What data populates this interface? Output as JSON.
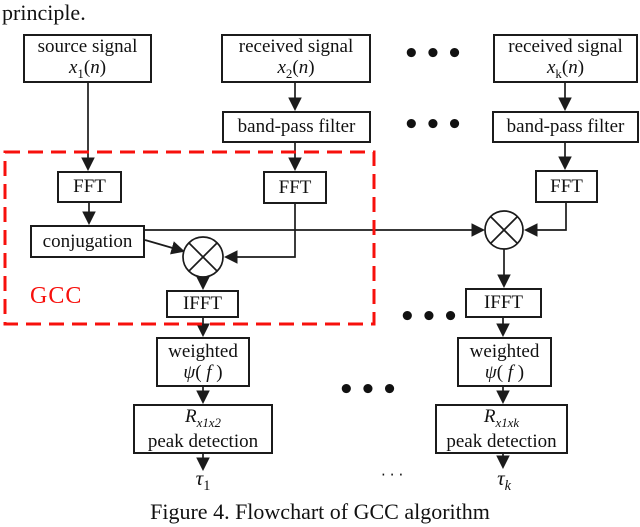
{
  "page": {
    "leading_text": "principle.",
    "caption": "Figure 4. Flowchart of GCC algorithm"
  },
  "flowchart": {
    "gcc_label": "GCC",
    "colors": {
      "box_border": "#1b1b1b",
      "connector_line": "#1b1b1b",
      "gcc_dashed_red": "#f7100c",
      "text": "#111111",
      "background": "#ffffff"
    },
    "icons": {
      "multiplier": "⊗"
    },
    "nodes": {
      "source_signal": {
        "title": "source signal",
        "var": "x",
        "sub": "1",
        "open": "(",
        "argvar": "n",
        "close": ")"
      },
      "received_signal_2": {
        "title": "received signal",
        "var": "x",
        "sub": "2",
        "open": "(",
        "argvar": "n",
        "close": ")"
      },
      "received_signal_k": {
        "title": "received signal",
        "var": "x",
        "sub": "k",
        "open": "(",
        "argvar": "n",
        "close": ")"
      },
      "bandpass_2": {
        "label": "band-pass filter"
      },
      "bandpass_k": {
        "label": "band-pass filter"
      },
      "fft_1": {
        "label": "FFT"
      },
      "fft_2": {
        "label": "FFT"
      },
      "fft_3": {
        "label": "FFT"
      },
      "conjugation": {
        "label": "conjugation"
      },
      "ifft_1": {
        "label": "IFFT"
      },
      "ifft_2": {
        "label": "IFFT"
      },
      "weighted_1": {
        "line1": "weighted",
        "psi": "ψ",
        "open": "( ",
        "fvar": "f",
        "close": " )"
      },
      "weighted_2": {
        "line1": "weighted",
        "psi": "ψ",
        "open": "( ",
        "fvar": "f",
        "close": " )"
      },
      "peak_1": {
        "var": "R",
        "sub": "x1x2",
        "line2": "peak detection"
      },
      "peak_2": {
        "var": "R",
        "sub": "x1xk",
        "line2": "peak detection"
      }
    },
    "outputs": {
      "tau_1": {
        "var": "τ",
        "sub": "1"
      },
      "tau_k": {
        "var": "τ",
        "sub": "k"
      }
    },
    "ellipses": {
      "sources_row": "•••",
      "filters_row": "•••",
      "ifft_row": "•••",
      "weighted_row": "•••",
      "tau_row": "···"
    }
  }
}
